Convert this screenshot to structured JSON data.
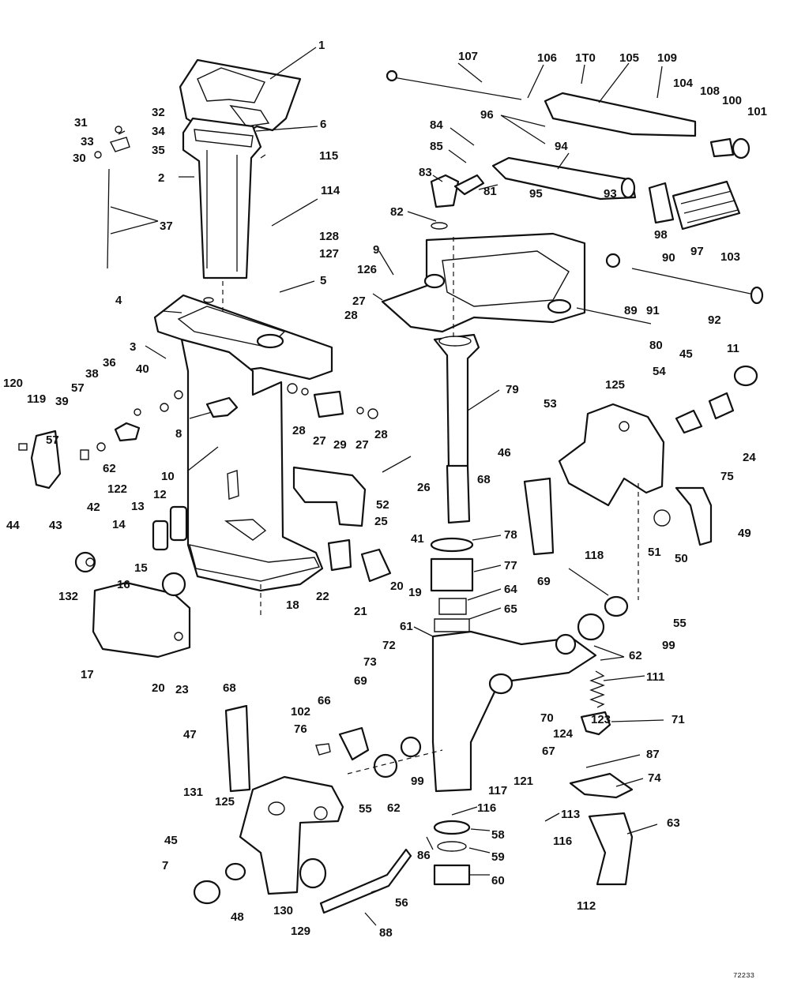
{
  "figure_number": "72233",
  "colors": {
    "ink": "#111111",
    "paper": "#ffffff"
  },
  "callouts": [
    {
      "id": "p1",
      "label": "1"
    },
    {
      "id": "p2",
      "label": "2"
    },
    {
      "id": "p3",
      "label": "3"
    },
    {
      "id": "p4",
      "label": "4"
    },
    {
      "id": "p5",
      "label": "5"
    },
    {
      "id": "p6",
      "label": "6"
    },
    {
      "id": "p7",
      "label": "7"
    },
    {
      "id": "p8",
      "label": "8"
    },
    {
      "id": "p9",
      "label": "9"
    },
    {
      "id": "p10",
      "label": "10"
    },
    {
      "id": "p11",
      "label": "11"
    },
    {
      "id": "p12",
      "label": "12"
    },
    {
      "id": "p13",
      "label": "13"
    },
    {
      "id": "p14",
      "label": "14"
    },
    {
      "id": "p15",
      "label": "15"
    },
    {
      "id": "p16",
      "label": "16"
    },
    {
      "id": "p17",
      "label": "17"
    },
    {
      "id": "p18",
      "label": "18"
    },
    {
      "id": "p19",
      "label": "19"
    },
    {
      "id": "p20a",
      "label": "20"
    },
    {
      "id": "p20b",
      "label": "20"
    },
    {
      "id": "p21",
      "label": "21"
    },
    {
      "id": "p22",
      "label": "22"
    },
    {
      "id": "p23",
      "label": "23"
    },
    {
      "id": "p24",
      "label": "24"
    },
    {
      "id": "p25",
      "label": "25"
    },
    {
      "id": "p26",
      "label": "26"
    },
    {
      "id": "p27a",
      "label": "27"
    },
    {
      "id": "p27b",
      "label": "27"
    },
    {
      "id": "p27c",
      "label": "27"
    },
    {
      "id": "p28a",
      "label": "28"
    },
    {
      "id": "p28b",
      "label": "28"
    },
    {
      "id": "p28c",
      "label": "28"
    },
    {
      "id": "p29",
      "label": "29"
    },
    {
      "id": "p30",
      "label": "30"
    },
    {
      "id": "p31",
      "label": "31"
    },
    {
      "id": "p32",
      "label": "32"
    },
    {
      "id": "p33",
      "label": "33"
    },
    {
      "id": "p34",
      "label": "34"
    },
    {
      "id": "p35",
      "label": "35"
    },
    {
      "id": "p36",
      "label": "36"
    },
    {
      "id": "p37",
      "label": "37"
    },
    {
      "id": "p38",
      "label": "38"
    },
    {
      "id": "p39",
      "label": "39"
    },
    {
      "id": "p40",
      "label": "40"
    },
    {
      "id": "p41",
      "label": "41"
    },
    {
      "id": "p42",
      "label": "42"
    },
    {
      "id": "p43",
      "label": "43"
    },
    {
      "id": "p44",
      "label": "44"
    },
    {
      "id": "p45a",
      "label": "45"
    },
    {
      "id": "p45b",
      "label": "45"
    },
    {
      "id": "p46",
      "label": "46"
    },
    {
      "id": "p47",
      "label": "47"
    },
    {
      "id": "p48",
      "label": "48"
    },
    {
      "id": "p49",
      "label": "49"
    },
    {
      "id": "p50",
      "label": "50"
    },
    {
      "id": "p51",
      "label": "51"
    },
    {
      "id": "p52",
      "label": "52"
    },
    {
      "id": "p53",
      "label": "53"
    },
    {
      "id": "p54",
      "label": "54"
    },
    {
      "id": "p55a",
      "label": "55"
    },
    {
      "id": "p55b",
      "label": "55"
    },
    {
      "id": "p56",
      "label": "56"
    },
    {
      "id": "p57a",
      "label": "57"
    },
    {
      "id": "p57b",
      "label": "57"
    },
    {
      "id": "p58",
      "label": "58"
    },
    {
      "id": "p59",
      "label": "59"
    },
    {
      "id": "p60",
      "label": "60"
    },
    {
      "id": "p61",
      "label": "61"
    },
    {
      "id": "p62a",
      "label": "62"
    },
    {
      "id": "p62b",
      "label": "62"
    },
    {
      "id": "p62c",
      "label": "62"
    },
    {
      "id": "p63",
      "label": "63"
    },
    {
      "id": "p64",
      "label": "64"
    },
    {
      "id": "p65",
      "label": "65"
    },
    {
      "id": "p66",
      "label": "66"
    },
    {
      "id": "p67",
      "label": "67"
    },
    {
      "id": "p68a",
      "label": "68"
    },
    {
      "id": "p68b",
      "label": "68"
    },
    {
      "id": "p69a",
      "label": "69"
    },
    {
      "id": "p69b",
      "label": "69"
    },
    {
      "id": "p70",
      "label": "70"
    },
    {
      "id": "p71",
      "label": "71"
    },
    {
      "id": "p72",
      "label": "72"
    },
    {
      "id": "p73",
      "label": "73"
    },
    {
      "id": "p74",
      "label": "74"
    },
    {
      "id": "p75",
      "label": "75"
    },
    {
      "id": "p76",
      "label": "76"
    },
    {
      "id": "p77",
      "label": "77"
    },
    {
      "id": "p78",
      "label": "78"
    },
    {
      "id": "p79",
      "label": "79"
    },
    {
      "id": "p80",
      "label": "80"
    },
    {
      "id": "p81",
      "label": "81"
    },
    {
      "id": "p82",
      "label": "82"
    },
    {
      "id": "p83",
      "label": "83"
    },
    {
      "id": "p84",
      "label": "84"
    },
    {
      "id": "p85",
      "label": "85"
    },
    {
      "id": "p86",
      "label": "86"
    },
    {
      "id": "p87",
      "label": "87"
    },
    {
      "id": "p88",
      "label": "88"
    },
    {
      "id": "p89",
      "label": "89"
    },
    {
      "id": "p90",
      "label": "90"
    },
    {
      "id": "p91",
      "label": "91"
    },
    {
      "id": "p92",
      "label": "92"
    },
    {
      "id": "p93",
      "label": "93"
    },
    {
      "id": "p94",
      "label": "94"
    },
    {
      "id": "p95",
      "label": "95"
    },
    {
      "id": "p96",
      "label": "96"
    },
    {
      "id": "p97",
      "label": "97"
    },
    {
      "id": "p98",
      "label": "98"
    },
    {
      "id": "p99a",
      "label": "99"
    },
    {
      "id": "p99b",
      "label": "99"
    },
    {
      "id": "p100",
      "label": "100"
    },
    {
      "id": "p101",
      "label": "101"
    },
    {
      "id": "p102",
      "label": "102"
    },
    {
      "id": "p103",
      "label": "103"
    },
    {
      "id": "p104",
      "label": "104"
    },
    {
      "id": "p105",
      "label": "105"
    },
    {
      "id": "p106",
      "label": "106"
    },
    {
      "id": "p107",
      "label": "107"
    },
    {
      "id": "p108",
      "label": "108"
    },
    {
      "id": "p109",
      "label": "109"
    },
    {
      "id": "p110",
      "label": "1T0"
    },
    {
      "id": "p111",
      "label": "111"
    },
    {
      "id": "p112",
      "label": "112"
    },
    {
      "id": "p113",
      "label": "113"
    },
    {
      "id": "p114",
      "label": "114"
    },
    {
      "id": "p115",
      "label": "115"
    },
    {
      "id": "p116a",
      "label": "116"
    },
    {
      "id": "p116b",
      "label": "116"
    },
    {
      "id": "p117",
      "label": "117"
    },
    {
      "id": "p118",
      "label": "118"
    },
    {
      "id": "p119",
      "label": "119"
    },
    {
      "id": "p120",
      "label": "120"
    },
    {
      "id": "p121",
      "label": "121"
    },
    {
      "id": "p122",
      "label": "122"
    },
    {
      "id": "p123",
      "label": "123"
    },
    {
      "id": "p124",
      "label": "124"
    },
    {
      "id": "p125a",
      "label": "125"
    },
    {
      "id": "p125b",
      "label": "125"
    },
    {
      "id": "p126",
      "label": "126"
    },
    {
      "id": "p127",
      "label": "127"
    },
    {
      "id": "p128",
      "label": "128"
    },
    {
      "id": "p129",
      "label": "129"
    },
    {
      "id": "p130",
      "label": "130"
    },
    {
      "id": "p131",
      "label": "131"
    },
    {
      "id": "p132",
      "label": "132"
    }
  ]
}
